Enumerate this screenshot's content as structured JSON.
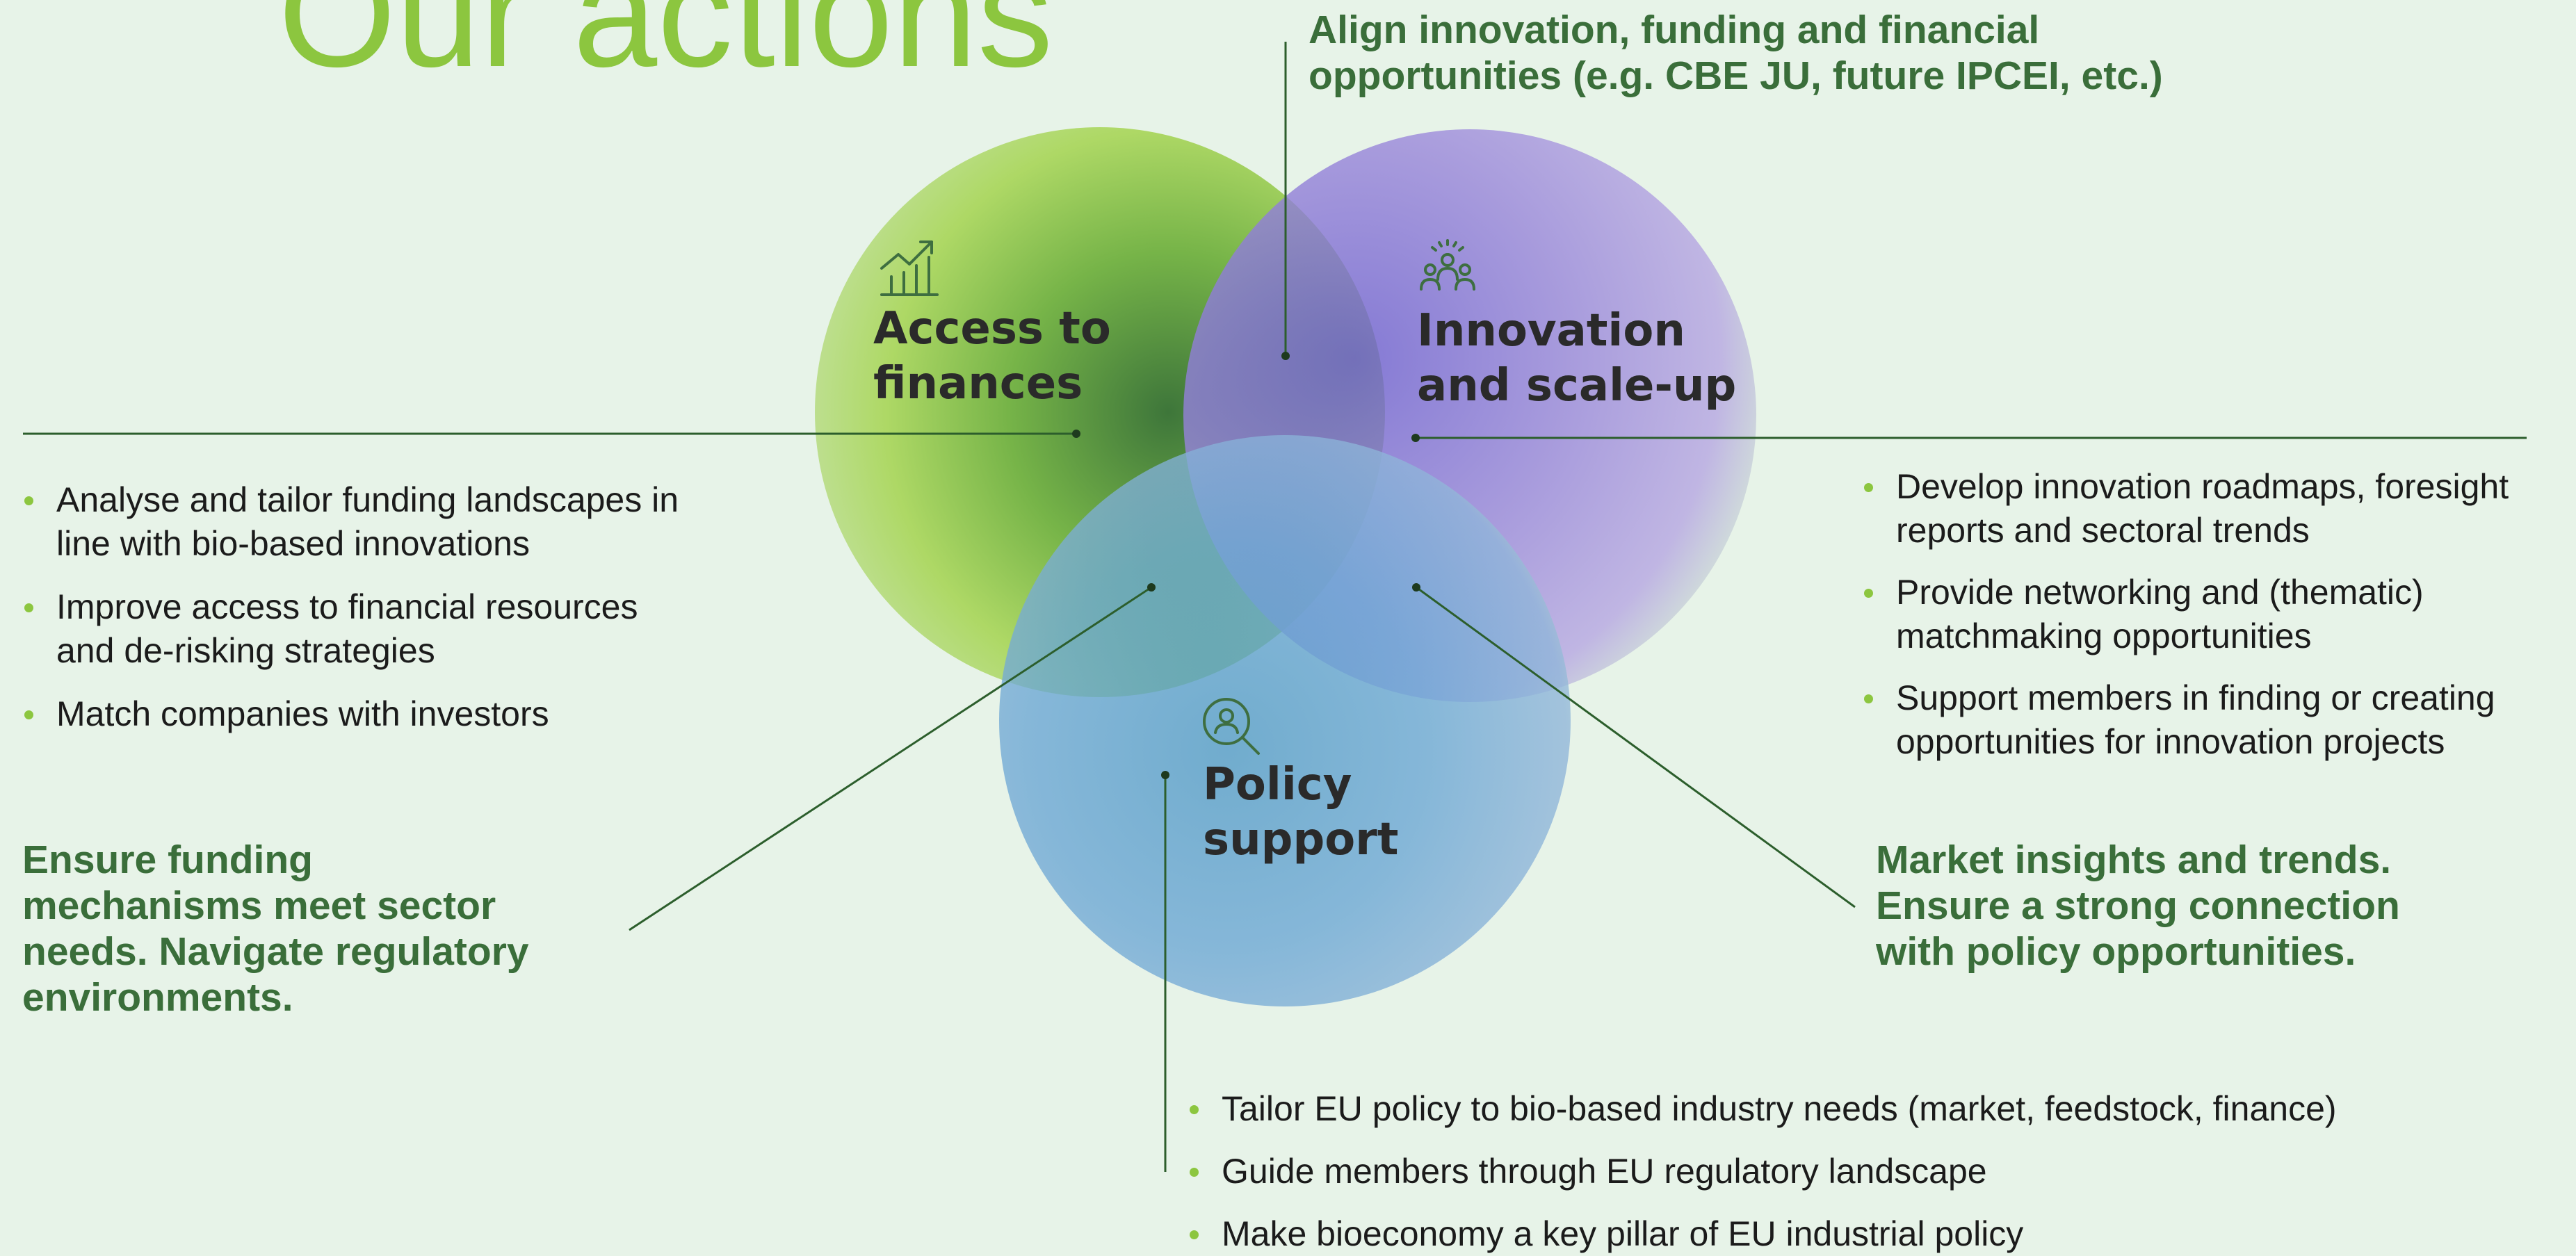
{
  "title": "Our actions",
  "colors": {
    "background": "#e7f3e8",
    "title_green": "#8cc63f",
    "callout_green": "#3a6e3a",
    "connector": "#2c5e2c",
    "bullet_dot": "#8cc63f",
    "circle_finance": "#8fcf45",
    "circle_innovation": "#8f7cd8",
    "circle_policy": "#6fa0d8"
  },
  "circles": {
    "finance": {
      "label_line1": "Access to",
      "label_line2": "finances",
      "icon": "growth-chart-icon"
    },
    "innovation": {
      "label_line1": "Innovation",
      "label_line2": "and scale-up",
      "icon": "people-group-icon"
    },
    "policy": {
      "label_line1": "Policy",
      "label_line2": "support",
      "icon": "user-search-icon"
    }
  },
  "callouts": {
    "top": {
      "line1": "Align innovation, funding and financial",
      "line2": "opportunities (e.g. CBE JU, future IPCEI, etc.)"
    },
    "left": {
      "line1": "Ensure funding",
      "line2": "mechanisms meet sector",
      "line3": "needs. Navigate regulatory",
      "line4": "environments."
    },
    "right": {
      "line1": "Market insights and trends.",
      "line2": "Ensure a strong connection",
      "line3": "with policy opportunities."
    }
  },
  "bullets": {
    "finance": [
      {
        "line1": "Analyse and tailor funding landscapes in",
        "line2": "line with bio-based innovations"
      },
      {
        "line1": "Improve access to financial resources",
        "line2": "and de-risking strategies"
      },
      {
        "line1": "Match companies with investors",
        "line2": ""
      }
    ],
    "innovation": [
      {
        "line1": "Develop innovation roadmaps, foresight",
        "line2": "reports and sectoral trends"
      },
      {
        "line1": "Provide networking and (thematic)",
        "line2": "matchmaking opportunities"
      },
      {
        "line1": "Support members in finding or creating",
        "line2": "opportunities for innovation projects"
      }
    ],
    "policy": [
      "Tailor EU policy to bio-based industry needs (market, feedstock, finance)",
      "Guide members through EU regulatory landscape",
      "Make bioeconomy a key pillar of EU industrial policy"
    ]
  }
}
